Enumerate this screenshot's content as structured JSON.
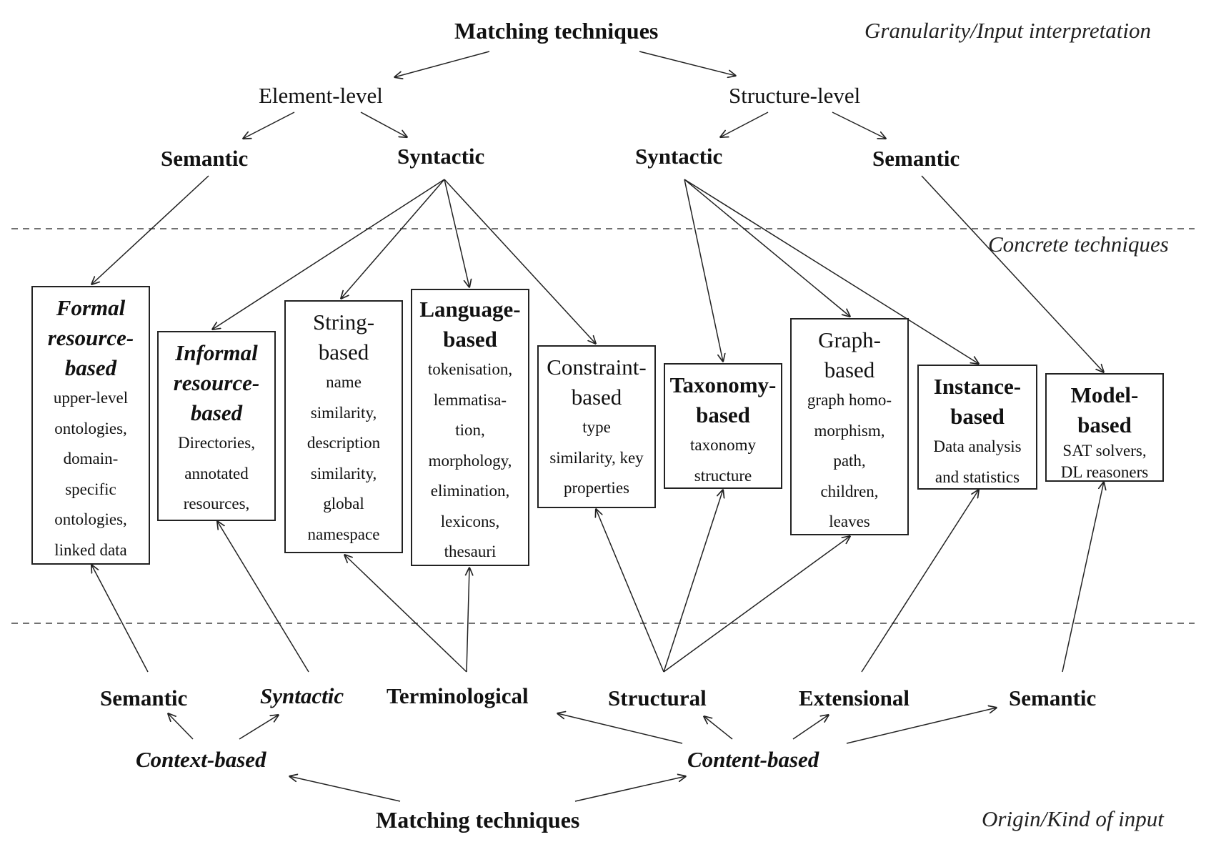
{
  "top_title": "Matching techniques",
  "bottom_title": "Matching techniques",
  "corner_top_right": "Granularity/Input interpretation",
  "corner_middle_right": "Concrete techniques",
  "corner_bottom_right": "Origin/Kind of input",
  "upper": {
    "element_level": "Element-level",
    "structure_level": "Structure-level",
    "el_semantic": "Semantic",
    "el_syntactic": "Syntactic",
    "st_syntactic": "Syntactic",
    "st_semantic": "Semantic"
  },
  "lower": {
    "semantic": "Semantic",
    "syntactic": "Syntactic",
    "terminological": "Terminological",
    "structural": "Structural",
    "extensional": "Extensional",
    "semantic2": "Semantic",
    "context_based": "Context-based",
    "content_based": "Content-based"
  },
  "boxes": {
    "formal": {
      "head": [
        "Formal",
        "resource-",
        "based"
      ],
      "body": [
        "upper-level",
        "ontologies,",
        "domain-",
        "specific",
        "ontologies,",
        "linked data"
      ]
    },
    "informal": {
      "head": [
        "Informal",
        "resource-",
        "based"
      ],
      "body": [
        "Directories,",
        "annotated",
        "resources,"
      ]
    },
    "string": {
      "head": [
        "String-",
        "based"
      ],
      "body": [
        "name",
        "similarity,",
        "description",
        "similarity,",
        "global",
        "namespace"
      ]
    },
    "language": {
      "head": [
        "Language-",
        "based"
      ],
      "body": [
        "tokenisation,",
        "lemmatisa-",
        "tion,",
        "morphology,",
        "elimination,",
        "lexicons,",
        "thesauri"
      ]
    },
    "constraint": {
      "head": [
        "Constraint-",
        "based"
      ],
      "body": [
        "type",
        "similarity, key",
        "properties"
      ]
    },
    "taxonomy": {
      "head": [
        "Taxonomy-",
        "based"
      ],
      "body": [
        "taxonomy",
        "structure"
      ]
    },
    "graph": {
      "head": [
        "Graph-",
        "based"
      ],
      "body": [
        "graph homo-",
        "morphism,",
        "path,",
        "children,",
        "leaves"
      ]
    },
    "instance": {
      "head": [
        "Instance-",
        "based"
      ],
      "body": [
        "Data analysis",
        "and statistics"
      ]
    },
    "model": {
      "head": [
        "Model-",
        "based"
      ],
      "body": [
        "SAT solvers,",
        "DL reasoners"
      ]
    }
  }
}
